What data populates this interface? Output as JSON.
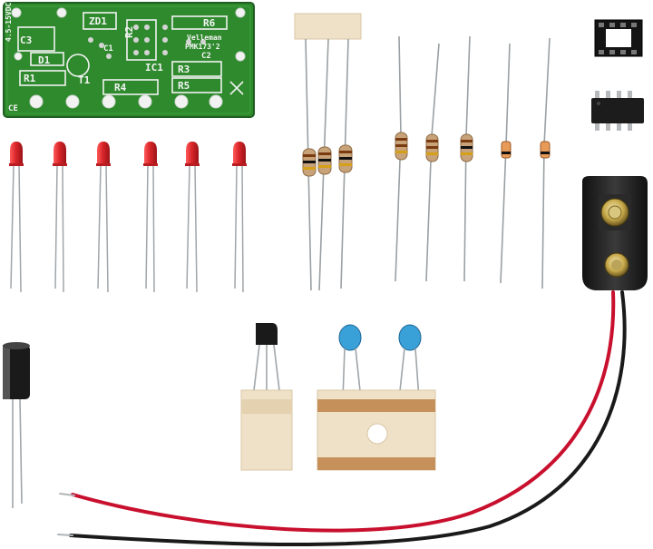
{
  "pcb": {
    "labels": {
      "voltage": "4.5-15VDC",
      "c3": "C3",
      "zd1": "ZD1",
      "r6": "R6",
      "r2": "R2",
      "brand": "Velleman",
      "model": "PMK173'2",
      "c1": "C1",
      "c2": "C2",
      "d1": "D1",
      "ic1": "IC1",
      "r3": "R3",
      "r1": "R1",
      "t1": "T1",
      "r4": "R4",
      "r5": "R5",
      "ce": "CE"
    }
  },
  "colors": {
    "pcb_green": "#2f8a2e",
    "led_red": "#d9262a",
    "resistor_body": "#c8a37a",
    "capacitor_blue": "#3aa0d8",
    "tape": "#efe1c8",
    "wire_red": "#c8102e",
    "wire_black": "#1a1a1a"
  }
}
